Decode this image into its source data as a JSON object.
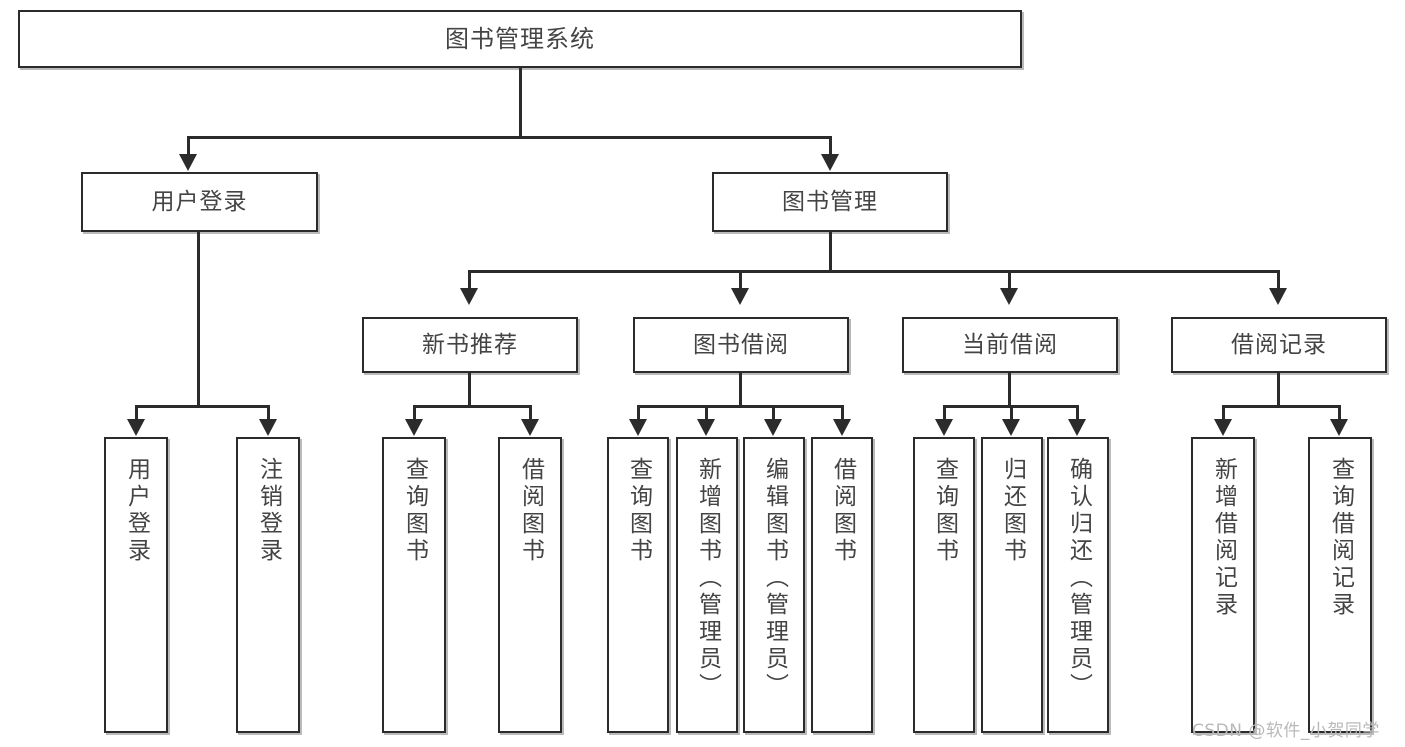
{
  "diagram": {
    "type": "tree-hierarchy-chart",
    "title": "图书管理系统",
    "nodes": {
      "root": {
        "label": "图书管理系统"
      },
      "level2": [
        {
          "id": "user-login",
          "label": "用户登录"
        },
        {
          "id": "book-management",
          "label": "图书管理"
        }
      ],
      "level3": [
        {
          "id": "new-book-recommend",
          "label": "新书推荐"
        },
        {
          "id": "book-borrow",
          "label": "图书借阅"
        },
        {
          "id": "current-borrow",
          "label": "当前借阅"
        },
        {
          "id": "borrow-record",
          "label": "借阅记录"
        }
      ],
      "leaves": {
        "user_login": [
          {
            "id": "leaf-user-login",
            "label": "用户登录"
          },
          {
            "id": "leaf-logout-login",
            "label": "注销登录"
          }
        ],
        "new_book_recommend": [
          {
            "id": "leaf-query-book-1",
            "label": "查询图书"
          },
          {
            "id": "leaf-borrow-book-1",
            "label": "借阅图书"
          }
        ],
        "book_borrow": [
          {
            "id": "leaf-query-book-2",
            "label": "查询图书"
          },
          {
            "id": "leaf-add-book",
            "label": "新增图书（管理员）"
          },
          {
            "id": "leaf-edit-book",
            "label": "编辑图书（管理员）"
          },
          {
            "id": "leaf-borrow-book-2",
            "label": "借阅图书"
          }
        ],
        "current_borrow": [
          {
            "id": "leaf-query-book-3",
            "label": "查询图书"
          },
          {
            "id": "leaf-return-book",
            "label": "归还图书"
          },
          {
            "id": "leaf-confirm-return",
            "label": "确认归还（管理员）"
          }
        ],
        "borrow_record": [
          {
            "id": "leaf-add-borrow-record",
            "label": "新增借阅记录"
          },
          {
            "id": "leaf-query-borrow-record",
            "label": "查询借阅记录"
          }
        ]
      }
    },
    "colors": {
      "stroke": "#2b2b2b",
      "box_fill": "#ffffff",
      "text": "#444444",
      "shadow": "#828282",
      "watermark": "#b9b9b9"
    }
  },
  "watermark": {
    "text": "CSDN @软件_小贺同学"
  }
}
